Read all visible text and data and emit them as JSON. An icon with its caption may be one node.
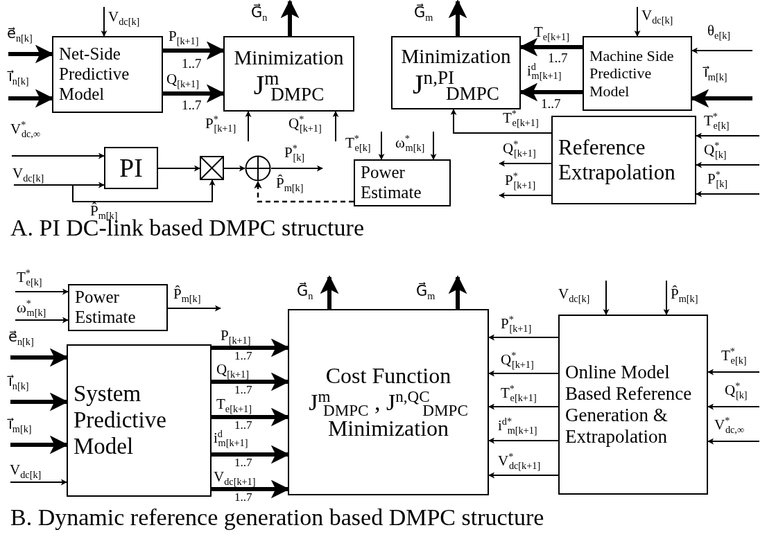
{
  "diagram": {
    "nodes": [
      {
        "text": [
          "Net-Side Predictive Model"
        ]
      },
      {
        "text": [
          "Minimization",
          "J$^{m}$$_{DMPC}$"
        ]
      },
      {
        "text": [
          "Minimization",
          "J$^{n,PI}$$_{DMPC}$"
        ]
      },
      {
        "text": [
          "Machine Side Predictive Model"
        ]
      },
      {
        "text": [
          "PI"
        ]
      },
      {
        "text": [],
        "shape": "box"
      },
      {
        "text": [],
        "shape": "circle"
      },
      {
        "text": [
          "Power Estimate"
        ]
      },
      {
        "text": [
          "Reference Extrapolation"
        ]
      },
      {
        "text": [
          "Power Estimate"
        ]
      },
      {
        "text": [
          "System Predictive Model"
        ]
      },
      {
        "text": [
          "Cost Function",
          "J$^{m}$$_{DMPC}$ , J$^{n,QC}$$_{DMPC}$",
          "Minimization"
        ]
      },
      {
        "text": [
          "Online Model Based Reference Generation & Extrapolation"
        ]
      }
    ],
    "edges": [
      {
        "from": null,
        "to": 0,
        "arrow": "to",
        "label": "e⃗$_{n[k]}$",
        "style": "thick"
      },
      {
        "from": null,
        "to": 0,
        "arrow": "to",
        "label": "i⃗$_{n[k]}$",
        "style": "thick"
      },
      {
        "from": null,
        "to": 0,
        "arrow": "to",
        "label": "V$_{dc[k]}$"
      },
      {
        "from": 0,
        "to": 1,
        "arrow": "to",
        "label": "P$_{[k+1]}$",
        "style": "thick"
      },
      {
        "from": 0,
        "to": 1,
        "arrow": "to",
        "label": "Q$_{[k+1]}$",
        "style": "thick"
      },
      {
        "from": null,
        "to": 1,
        "arrow": "to",
        "label": "P$^{*}$$_{[k+1]}$"
      },
      {
        "from": null,
        "to": 1,
        "arrow": "to",
        "label": "Q$^{*}$$_{[k+1]}$"
      },
      {
        "from": 1,
        "to": null,
        "arrow": "to",
        "label": "G⃗$_{n}$",
        "style": "thick"
      },
      {
        "from": 2,
        "to": null,
        "arrow": "to",
        "label": "G⃗$_{m}$",
        "style": "thick"
      },
      {
        "from": 3,
        "to": 2,
        "arrow": "to",
        "label": "T$_{e[k+1]}$",
        "style": "thick"
      },
      {
        "from": 3,
        "to": 2,
        "arrow": "to",
        "label": "i$^{d}$$_{m[k+1]}$",
        "style": "thick"
      },
      {
        "from": null,
        "to": 3,
        "arrow": "to",
        "label": "V$_{dc[k]}$"
      },
      {
        "from": null,
        "to": 3,
        "arrow": "to",
        "label": "θ$_{e[k]}$"
      },
      {
        "from": null,
        "to": 3,
        "arrow": "to",
        "label": "i⃗$_{m[k]}$",
        "style": "thick"
      },
      {
        "from": 8,
        "to": 2,
        "arrow": "to",
        "label": "T$^{*}$$_{e[k+1]}$"
      },
      {
        "from": 8,
        "to": null,
        "arrow": "to",
        "label": "Q$^{*}$$_{[k+1]}$"
      },
      {
        "from": 8,
        "to": null,
        "arrow": "to",
        "label": "P$^{*}$$_{[k+1]}$"
      },
      {
        "from": null,
        "to": 8,
        "arrow": "to",
        "label": "T$^{*}$$_{e[k]}$"
      },
      {
        "from": null,
        "to": 8,
        "arrow": "to",
        "label": "Q$^{*}$$_{[k]}$"
      },
      {
        "from": null,
        "to": 8,
        "arrow": "to",
        "label": "P$^{*}$$_{[k]}$"
      },
      {
        "from": null,
        "to": 4,
        "arrow": "to",
        "label": "V$^{*}$$_{dc,∞}$"
      },
      {
        "from": null,
        "to": 4,
        "arrow": "to",
        "label": "V$_{dc[k]}$"
      },
      {
        "from": null,
        "to": 5,
        "arrow": "to",
        "label": "P̂$_{m[k]}$"
      },
      {
        "from": 4,
        "to": 5,
        "arrow": "to"
      },
      {
        "from": 5,
        "to": 6,
        "arrow": "to"
      },
      {
        "from": 6,
        "to": null,
        "arrow": "to",
        "label": "P$^{*}$$_{[k]}$"
      },
      {
        "from": 7,
        "to": 6,
        "arrow": "to",
        "label": "P̂$_{m[k]}$",
        "style": "dashed"
      },
      {
        "from": null,
        "to": 7,
        "arrow": "to",
        "label": "T$^{*}$$_{e[k]}$"
      },
      {
        "from": null,
        "to": 7,
        "arrow": "to",
        "label": "ω$^{*}$$_{m[k]}$"
      },
      {
        "from": null,
        "to": 9,
        "arrow": "to",
        "label": "T$^{*}$$_{e[k]}$"
      },
      {
        "from": null,
        "to": 9,
        "arrow": "to",
        "label": "ω$^{*}$$_{m[k]}$"
      },
      {
        "from": 9,
        "to": null,
        "arrow": "to",
        "label": "P̂$_{m[k]}$"
      },
      {
        "from": null,
        "to": 10,
        "arrow": "to",
        "label": "e⃗$_{n[k]}$",
        "style": "thick"
      },
      {
        "from": null,
        "to": 10,
        "arrow": "to",
        "label": "i⃗$_{n[k]}$",
        "style": "thick"
      },
      {
        "from": null,
        "to": 10,
        "arrow": "to",
        "label": "i⃗$_{m[k]}$",
        "style": "thick"
      },
      {
        "from": null,
        "to": 10,
        "arrow": "to",
        "label": "V$_{dc[k]}$"
      },
      {
        "from": 10,
        "to": 11,
        "arrow": "to",
        "label": "P$_{[k+1]}$",
        "style": "thick"
      },
      {
        "from": 10,
        "to": 11,
        "arrow": "to",
        "label": "Q$_{[k+1]}$",
        "style": "thick"
      },
      {
        "from": 10,
        "to": 11,
        "arrow": "to",
        "label": "T$_{e[k+1]}$",
        "style": "thick"
      },
      {
        "from": 10,
        "to": 11,
        "arrow": "to",
        "label": "i$^{d}$$_{m[k+1]}$",
        "style": "thick"
      },
      {
        "from": 10,
        "to": 11,
        "arrow": "to",
        "label": "V$_{dc[k+1]}$",
        "style": "thick"
      },
      {
        "from": 11,
        "to": null,
        "arrow": "to",
        "label": "G⃗$_{n}$",
        "style": "thick"
      },
      {
        "from": 11,
        "to": null,
        "arrow": "to",
        "label": "G⃗$_{m}$",
        "style": "thick"
      },
      {
        "from": 12,
        "to": 11,
        "arrow": "to",
        "label": "P$^{*}$$_{[k+1]}$"
      },
      {
        "from": 12,
        "to": 11,
        "arrow": "to",
        "label": "Q$^{*}$$_{[k+1]}$"
      },
      {
        "from": 12,
        "to": 11,
        "arrow": "to",
        "label": "T$^{*}$$_{e[k+1]}$"
      },
      {
        "from": 12,
        "to": 11,
        "arrow": "to",
        "label": "i$^{d*}$$_{m[k+1]}$"
      },
      {
        "from": 12,
        "to": 11,
        "arrow": "to",
        "label": "V$^{*}$$_{dc[k+1]}$"
      },
      {
        "from": null,
        "to": 12,
        "arrow": "to",
        "label": "V$_{dc[k]}$"
      },
      {
        "from": null,
        "to": 12,
        "arrow": "to",
        "label": "P̂$_{m[k]}$"
      },
      {
        "from": null,
        "to": 12,
        "arrow": "to",
        "label": "T$^{*}$$_{e[k]}$"
      },
      {
        "from": null,
        "to": 12,
        "arrow": "to",
        "label": "Q$^{*}$$_{[k]}$"
      },
      {
        "from": null,
        "to": 12,
        "arrow": "to",
        "label": "V$^{*}$$_{dc,∞}$"
      }
    ],
    "labels": [
      "1..7",
      "1..7",
      "1..7",
      "1..7",
      "A. PI DC-link based DMPC structure",
      "1..7",
      "1..7",
      "1..7",
      "1..7",
      "1..7",
      "B. Dynamic reference generation based DMPC structure"
    ]
  }
}
